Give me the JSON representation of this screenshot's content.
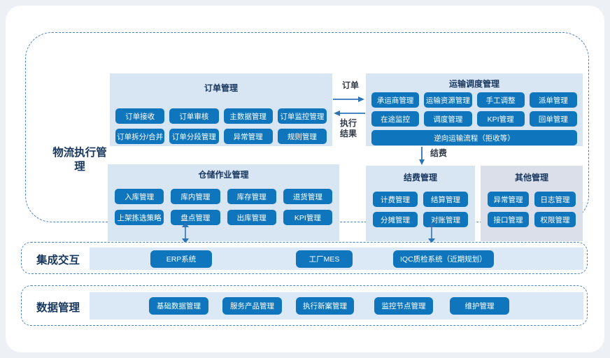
{
  "colors": {
    "page_bg": "#edf0f4",
    "border_blue": "#4a85c8",
    "panel_blue": "#d8e5f3",
    "panel_gray": "#dbdfe9",
    "btn_blue": "#0f76bd",
    "navy": "#17365d",
    "arrow_blue": "#2e75b6"
  },
  "logistics": {
    "label": "物流执行管理",
    "order": {
      "title": "订单管理",
      "buttons": [
        "订单接收",
        "订单审核",
        "主数据管理",
        "订单监控管理",
        "订单拆分/合并",
        "订单分段管理",
        "异常管理",
        "规则管理"
      ]
    },
    "transport": {
      "title": "运输调度管理",
      "buttons": [
        "承运商管理",
        "运输资源管理",
        "手工调整",
        "派单管理",
        "在途监控",
        "调度管理",
        "KPI管理",
        "回单管理"
      ],
      "wide_button": "逆向运输流程（拒收等）"
    },
    "warehouse": {
      "title": "仓储作业管理",
      "buttons": [
        "入库管理",
        "库内管理",
        "库存管理",
        "退货管理",
        "上架拣选策略",
        "盘点管理",
        "出库管理",
        "KPI管理"
      ]
    },
    "settlement": {
      "title": "结费管理",
      "buttons": [
        "计费管理",
        "结算管理",
        "分摊管理",
        "对账管理"
      ]
    },
    "other": {
      "title": "其他管理",
      "buttons": [
        "异常管理",
        "日志管理",
        "接口管理",
        "权限管理"
      ]
    },
    "flows": {
      "order_out": "订单",
      "result_back": "执行结果",
      "settle": "结费"
    }
  },
  "integration": {
    "label": "集成交互",
    "systems": [
      "ERP系统",
      "工厂MES",
      "IQC质检系统（近期规划）"
    ]
  },
  "data_management": {
    "label": "数据管理",
    "items": [
      "基础数据管理",
      "服务产品管理",
      "执行新案管理",
      "监控节点管理",
      "维护管理"
    ]
  }
}
